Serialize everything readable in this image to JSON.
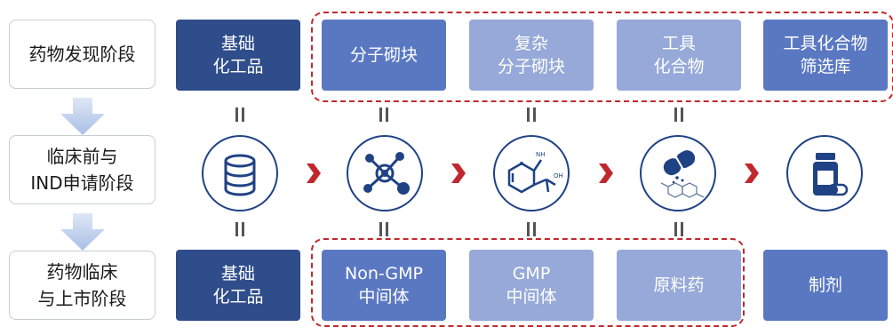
{
  "stages": [
    {
      "label": "药物发现阶段"
    },
    {
      "label": "临床前与\nIND申请阶段"
    },
    {
      "label": "药物临床\n与上市阶段"
    }
  ],
  "top_row": [
    {
      "label": "基础\n化工品",
      "icon": "database-icon"
    },
    {
      "label": "分子砌块",
      "icon": "molecule-node-icon"
    },
    {
      "label": "复杂\n分子砌块",
      "icon": "chemical-structure-icon"
    },
    {
      "label": "工具\n化合物",
      "icon": "capsule-compound-icon"
    },
    {
      "label": "工具化合物\n筛选库",
      "icon": "medicine-bottle-icon"
    }
  ],
  "bottom_row": [
    {
      "label": "基础\n化工品"
    },
    {
      "label": "Non-GMP\n中间体"
    },
    {
      "label": "GMP\n中间体"
    },
    {
      "label": "原料药"
    },
    {
      "label": "制剂"
    }
  ],
  "colors": {
    "dark": "#2f4d8a",
    "mid": "#5a78c2",
    "light": "#96a9d8",
    "accent": "#c0282d",
    "icon": "#1f4284"
  }
}
